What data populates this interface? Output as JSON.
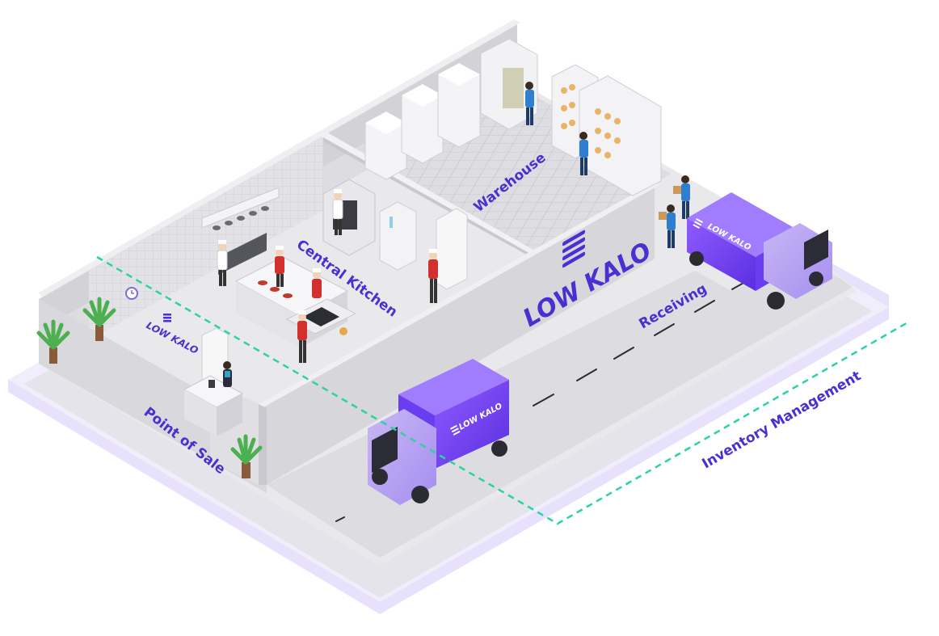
{
  "brand": {
    "name": "LOW KALO",
    "color": "#5b3fd6",
    "truck_color": "#7c4dff"
  },
  "areas": {
    "warehouse": "Warehouse",
    "central_kitchen": "Central Kitchen",
    "receiving": "Receiving",
    "point_of_sale": "Point of Sale"
  },
  "overlay": {
    "label": "Inventory Management",
    "line_color": "#2bd3a0"
  },
  "colors": {
    "label": "#4b2fd0",
    "floor": "#e9e9ec",
    "wall": "#d3d3d8",
    "base": "#ece8fb"
  },
  "icons": [
    "clock-icon",
    "low-kalo-logo-icon",
    "plant-icon",
    "chef-icon",
    "worker-icon",
    "truck-icon",
    "fridge-icon",
    "shelf-icon",
    "oven-icon",
    "cash-register-icon"
  ]
}
